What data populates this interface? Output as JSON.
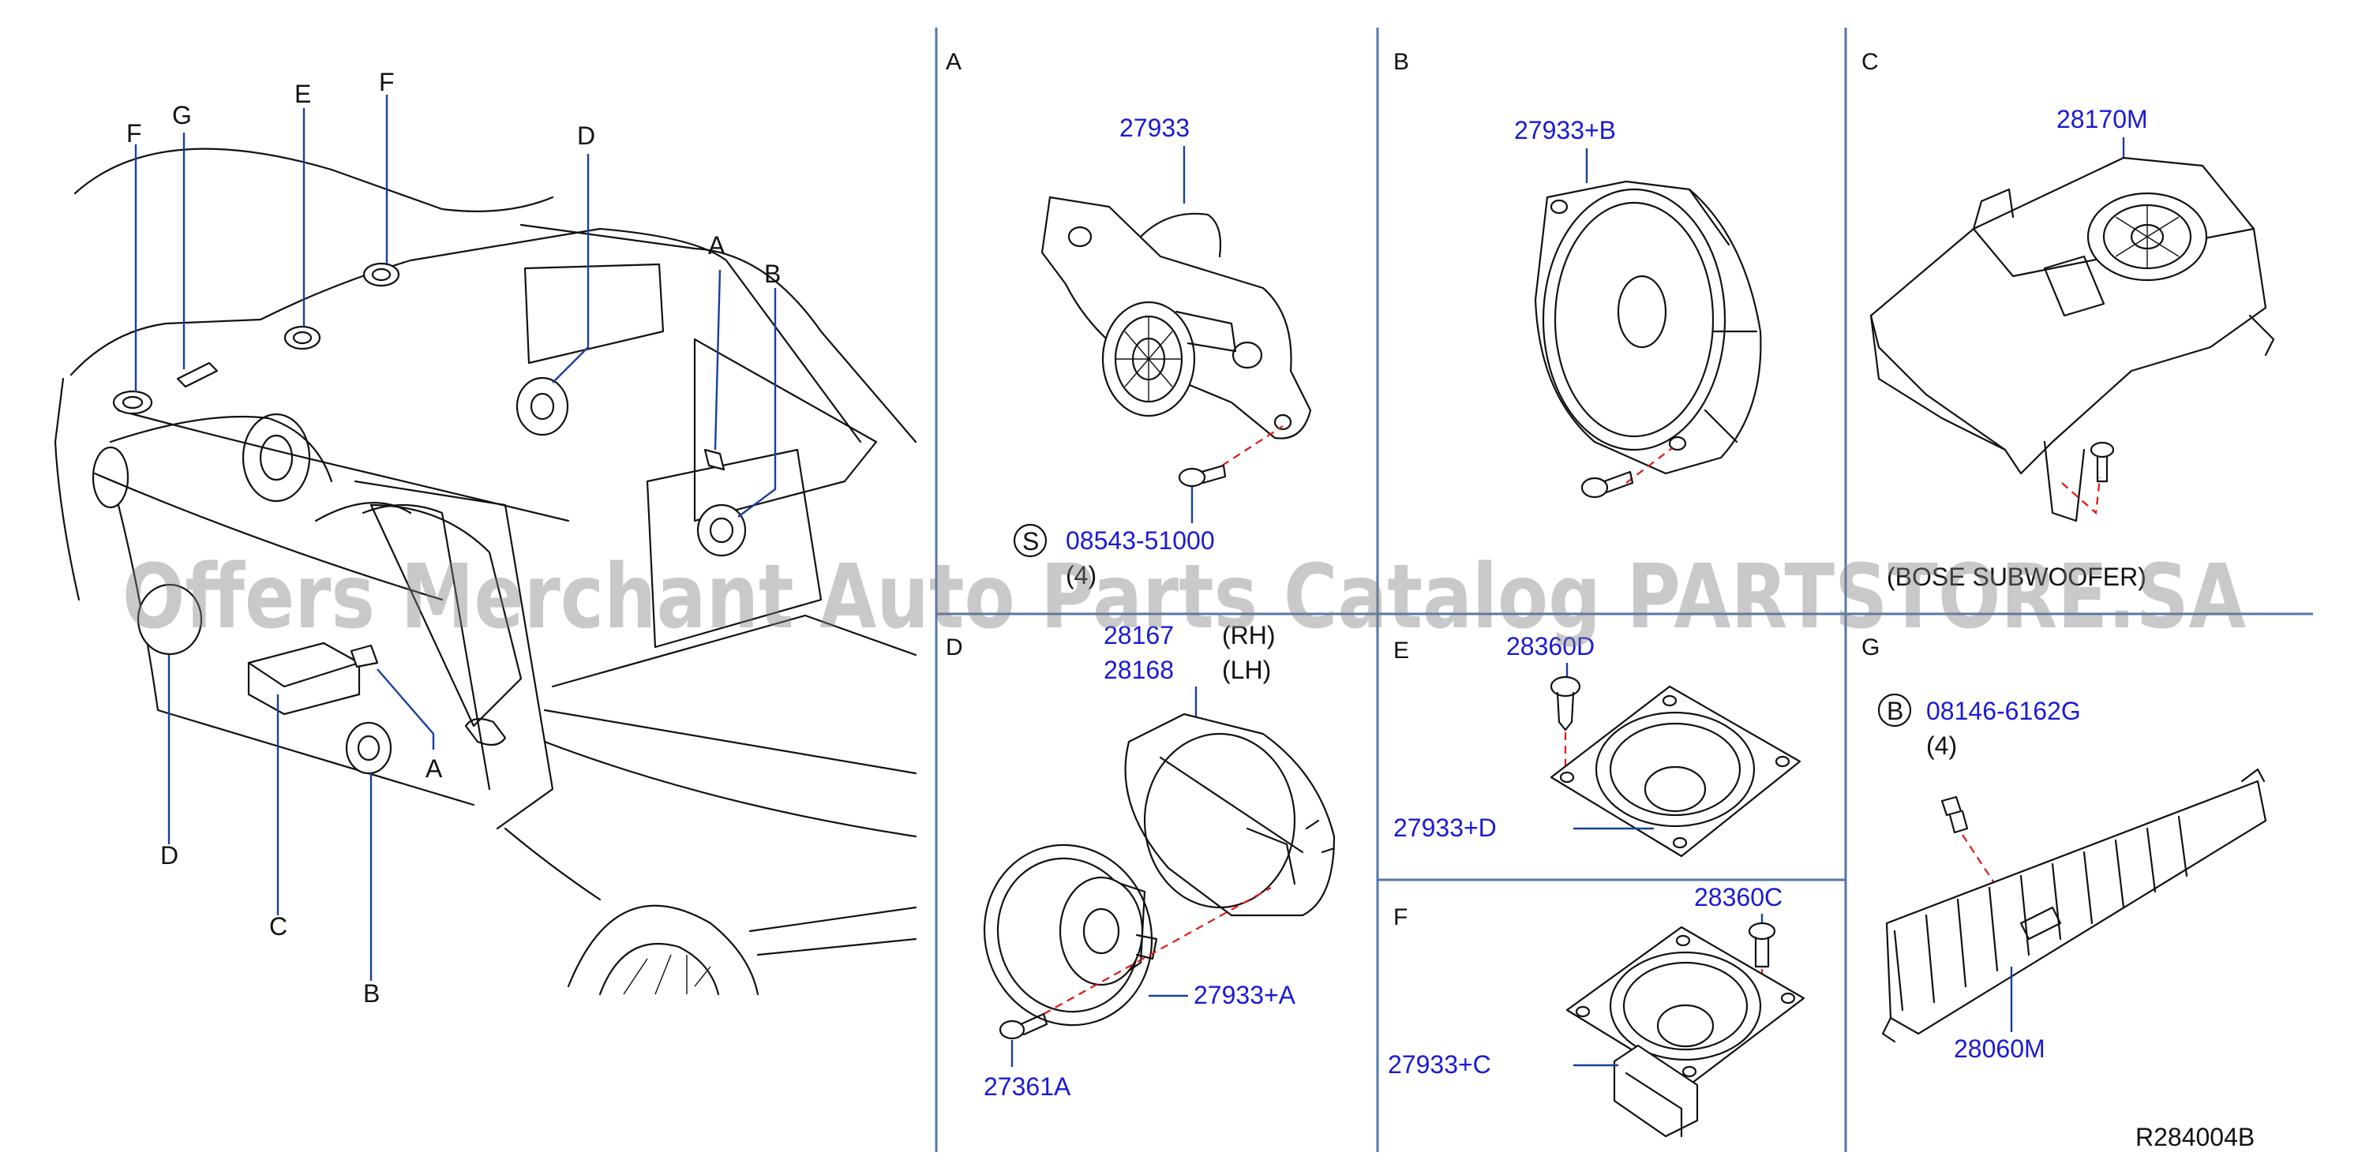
{
  "sections": {
    "a": "A",
    "b": "B",
    "c": "C",
    "d": "D",
    "e": "E",
    "f": "F",
    "g": "G"
  },
  "vehicle_labels": {
    "f_left": "F",
    "g": "G",
    "e": "E",
    "f_right": "F",
    "d_top": "D",
    "a_top": "A",
    "b_top": "B",
    "d_bottom": "D",
    "c_bottom": "C",
    "b_bottom": "B",
    "a_bottom": "A"
  },
  "parts": {
    "a_speaker": "27933",
    "a_screw_symbol": "S",
    "a_screw": "08543-51000",
    "a_screw_qty": "(4)",
    "b_speaker": "27933+B",
    "c_subwoofer": "28170M",
    "c_note": "(BOSE SUBWOOFER)",
    "d_bracket_rh": "28167",
    "d_rh": "(RH)",
    "d_bracket_lh": "28168",
    "d_lh": "(LH)",
    "d_speaker": "27933+A",
    "d_screw": "27361A",
    "e_clip": "28360D",
    "e_speaker": "27933+D",
    "f_screw": "28360C",
    "f_speaker": "27933+C",
    "g_bolt_symbol": "B",
    "g_bolt": "08146-6162G",
    "g_bolt_qty": "(4)",
    "g_amp": "28060M"
  },
  "diagram_code": "R284004B",
  "watermark": "Offers Merchant Auto Parts Catalog PARTSTORE.SA"
}
